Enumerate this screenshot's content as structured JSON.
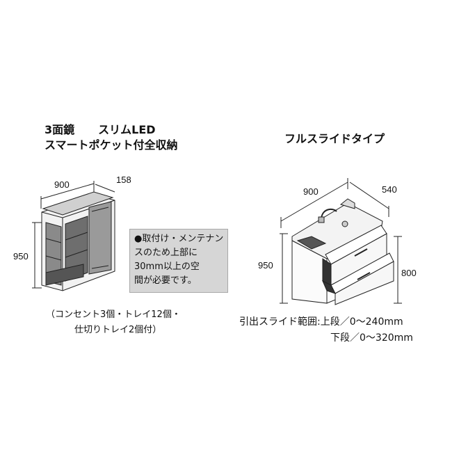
{
  "left": {
    "title_line1_a": "3面鏡",
    "title_line1_b": "スリムLED",
    "title_line2": "スマートポケット付全収納",
    "dim_width": "900",
    "dim_depth": "158",
    "dim_height": "950",
    "note_lines": [
      "●取付け・メンテナン",
      "スのため上部に",
      "30mm以上の空",
      "間が必要です。"
    ],
    "caption_line1": "（コンセント3個・トレイ12個・",
    "caption_line2": "仕切りトレイ2個付）"
  },
  "right": {
    "title": "フルスライドタイプ",
    "dim_width": "900",
    "dim_depth": "540",
    "dim_height": "950",
    "dim_counter": "800",
    "caption_line1": "引出スライド範囲:上段／0〜240mm",
    "caption_line2": "下段／0〜320mm"
  }
}
